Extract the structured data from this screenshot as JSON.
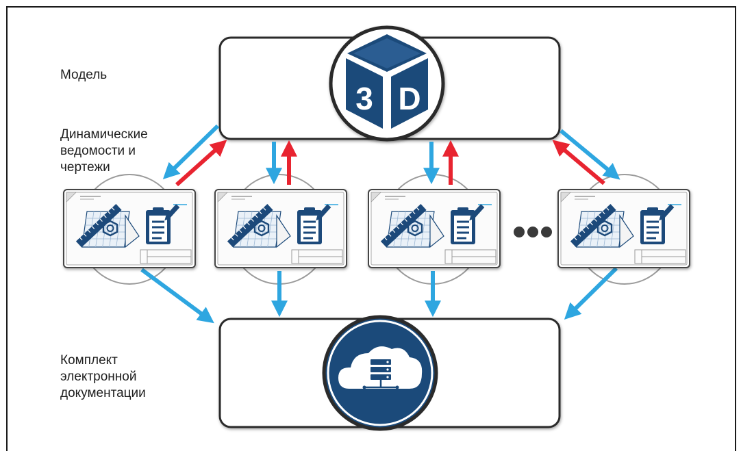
{
  "labels": {
    "model": "Модель",
    "dynamic": "Динамические\nведомости и\nчертежи",
    "docset": "Комплект\nэлектронной\nдокументации"
  },
  "cube": {
    "left_face_text": "3",
    "right_face_text": "D"
  },
  "drawing_sheet_count": 4,
  "ellipsis_glyph": "•••",
  "icons": {
    "model_icon": "3d-cube-icon",
    "sheet_icons": [
      "ruler-icon",
      "blueprint-grid-icon",
      "nut-icon",
      "clipboard-icon"
    ],
    "docs_icon": "cloud-server-icon"
  },
  "colors": {
    "navy": "#1b4a7a",
    "arrow_blue": "#2ea6e0",
    "arrow_red": "#e82430",
    "box_border": "#2b2b2b",
    "grid_line": "#9bb7d4"
  }
}
